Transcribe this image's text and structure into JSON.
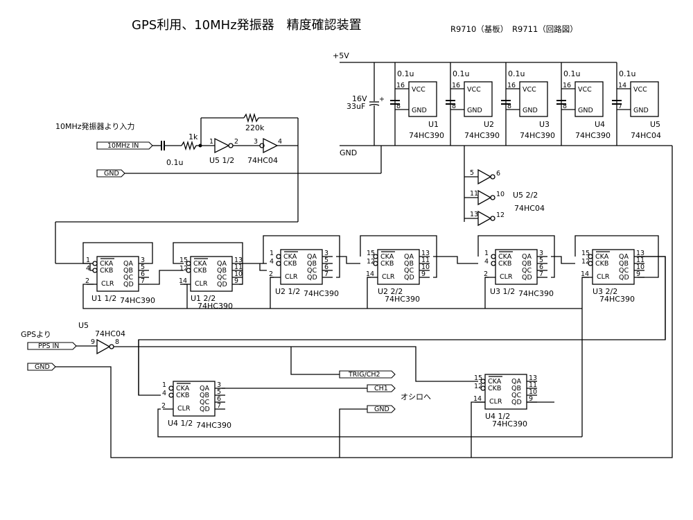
{
  "header": {
    "title": "GPS利用、10MHz発振器　精度確認装置",
    "doc_ref": "R9710（基板）　R9711（回路図）"
  },
  "power": {
    "vcc_label": "+5V",
    "gnd_label": "GND",
    "bulk_cap_voltage": "16V",
    "bulk_cap_value": "33uF",
    "decoupling": [
      {
        "ref": "U1",
        "part": "74HC390",
        "cap": "0.1u",
        "vcc_pin": "16",
        "gnd_pin": "8"
      },
      {
        "ref": "U2",
        "part": "74HC390",
        "cap": "0.1u",
        "vcc_pin": "16",
        "gnd_pin": "8"
      },
      {
        "ref": "U3",
        "part": "74HC390",
        "cap": "0.1u",
        "vcc_pin": "16",
        "gnd_pin": "8"
      },
      {
        "ref": "U4",
        "part": "74HC390",
        "cap": "0.1u",
        "vcc_pin": "16",
        "gnd_pin": "8"
      },
      {
        "ref": "U5",
        "part": "74HC04",
        "cap": "0.1u",
        "vcc_pin": "14",
        "gnd_pin": "7"
      }
    ],
    "vcc_text": "VCC",
    "gnd_text": "GND"
  },
  "input_stage": {
    "caption": "10MHz発振器より入力",
    "port_in": "10MHz IN",
    "port_gnd": "GND",
    "cap": "0.1u",
    "res_series": "1k",
    "res_feedback": "220k",
    "inv1_pins": [
      "1",
      "2"
    ],
    "inv2_pins": [
      "3",
      "4"
    ],
    "unit_label": "U5  1/2",
    "part_label": "74HC04"
  },
  "unused_gates": {
    "gates": [
      {
        "in": "5",
        "out": "6"
      },
      {
        "in": "11",
        "out": "10"
      },
      {
        "in": "13",
        "out": "12"
      }
    ],
    "unit_label": "U5  2/2",
    "part_label": "74HC04"
  },
  "counters": [
    {
      "unit": "U1 1/2",
      "part": "74HC390",
      "pins": {
        "cka": "1",
        "ckb": "4",
        "clr": "2",
        "qa": "3",
        "qb": "5",
        "qc": "6",
        "qd": "7"
      }
    },
    {
      "unit": "U1 2/2",
      "part": "74HC390",
      "pins": {
        "cka": "15",
        "ckb": "12",
        "clr": "14",
        "qa": "13",
        "qb": "11",
        "qc": "10",
        "qd": "9"
      }
    },
    {
      "unit": "U2 1/2",
      "part": "74HC390",
      "pins": {
        "cka": "1",
        "ckb": "4",
        "clr": "2",
        "qa": "3",
        "qb": "5",
        "qc": "6",
        "qd": "7"
      }
    },
    {
      "unit": "U2 2/2",
      "part": "74HC390",
      "pins": {
        "cka": "15",
        "ckb": "12",
        "clr": "14",
        "qa": "13",
        "qb": "11",
        "qc": "10",
        "qd": "9"
      }
    },
    {
      "unit": "U3 1/2",
      "part": "74HC390",
      "pins": {
        "cka": "1",
        "ckb": "4",
        "clr": "2",
        "qa": "3",
        "qb": "5",
        "qc": "6",
        "qd": "7"
      }
    },
    {
      "unit": "U3 2/2",
      "part": "74HC390",
      "pins": {
        "cka": "15",
        "ckb": "12",
        "clr": "14",
        "qa": "13",
        "qb": "11",
        "qc": "10",
        "qd": "9"
      }
    },
    {
      "unit": "U4 1/2",
      "part": "74HC390",
      "pins": {
        "cka": "1",
        "ckb": "4",
        "clr": "2",
        "qa": "3",
        "qb": "5",
        "qc": "6",
        "qd": "7"
      }
    },
    {
      "unit": "U4 1/2",
      "part": "74HC390",
      "pins": {
        "cka": "15",
        "ckb": "12",
        "clr": "14",
        "qa": "13",
        "qb": "11",
        "qc": "10",
        "qd": "9"
      }
    }
  ],
  "counter_pin_names": {
    "cka": "CKA",
    "ckb": "CKB",
    "clr": "CLR",
    "qa": "QA",
    "qb": "QB",
    "qc": "QC",
    "qd": "QD"
  },
  "gps_stage": {
    "caption": "GPSより",
    "port_pps": "PPS IN",
    "port_gnd": "GND",
    "unit_label": "U5",
    "part_label": "74HC04",
    "pins": [
      "9",
      "8"
    ]
  },
  "outputs": {
    "trig": "TRIG/CH2",
    "ch1": "CH1",
    "gnd": "GND",
    "caption": "オシロへ"
  }
}
